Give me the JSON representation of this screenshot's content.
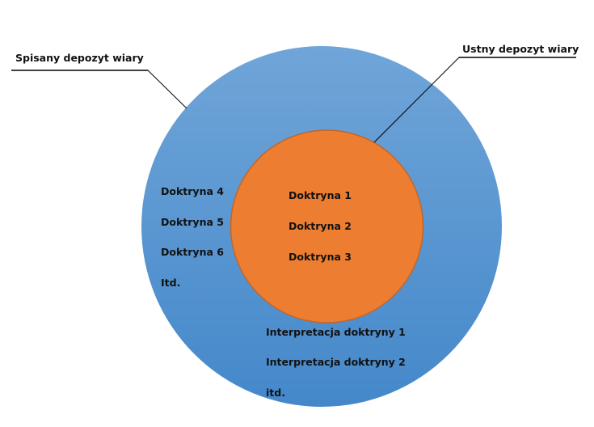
{
  "colors": {
    "outer_top": "#70a5d8",
    "outer_bottom": "#4488ca",
    "inner_fill": "#ed7d31",
    "inner_stroke": "#c0662b",
    "text": "#111111",
    "leader": "#000000"
  },
  "outer_circle": {
    "callout": "Spisany depozyt wiary",
    "items": [
      "Doktryna 4",
      "Doktryna 5",
      "Doktryna 6",
      "Itd."
    ],
    "interpretations": [
      "Interpretacja doktryny 1",
      "Interpretacja doktryny 2",
      "itd."
    ]
  },
  "inner_circle": {
    "callout": "Ustny depozyt wiary",
    "items": [
      "Doktryna 1",
      "Doktryna 2",
      "Doktryna 3"
    ]
  }
}
